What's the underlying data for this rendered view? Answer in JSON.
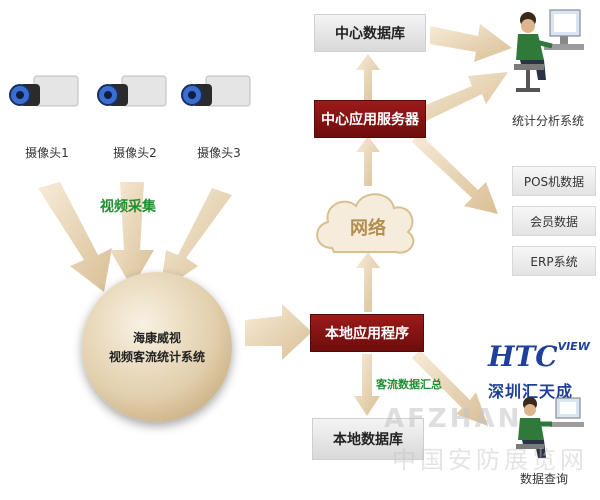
{
  "cameras": [
    {
      "label": "摄像头1"
    },
    {
      "label": "摄像头2"
    },
    {
      "label": "摄像头3"
    }
  ],
  "video_capture_label": "视频采集",
  "central_system": {
    "line1": "海康威视",
    "line2": "视频客流统计系统"
  },
  "central_database": "中心数据库",
  "central_app_server": "中心应用服务器",
  "network": "网络",
  "local_app": "本地应用程序",
  "local_db": "本地数据库",
  "traffic_summary_label": "客流数据汇总",
  "stats_system_label": "统计分析系统",
  "data_sources": [
    "POS机数据",
    "会员数据",
    "ERP系统"
  ],
  "data_query_label": "数据查询",
  "logo": {
    "brand": "HTC",
    "suffix": "VIEW",
    "chinese": "深圳汇天成"
  },
  "watermark": {
    "latin": "AFZHAN",
    "chinese": "中国安防展览网"
  },
  "colors": {
    "accent_red": "#7a1010",
    "label_green": "#1f8f2f",
    "logo_blue": "#1e3f9a"
  }
}
